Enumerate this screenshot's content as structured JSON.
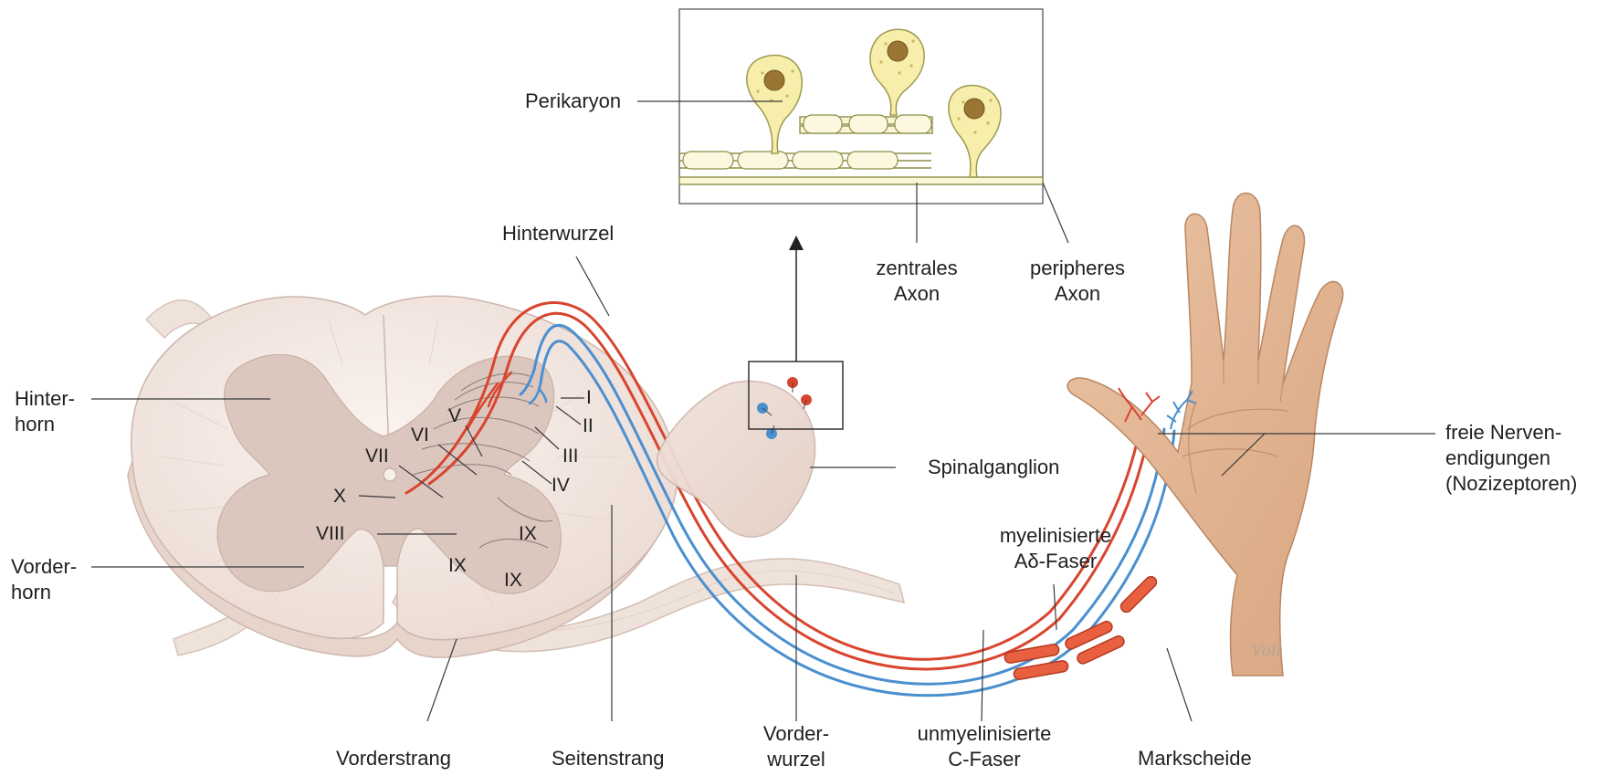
{
  "labels": {
    "perikaryon": "Perikaryon",
    "hinterwurzel": "Hinterwurzel",
    "zentrales_axon": [
      "zentrales",
      "Axon"
    ],
    "peripheres_axon": [
      "peripheres",
      "Axon"
    ],
    "hinterhorn": [
      "Hinter-",
      "horn"
    ],
    "vorderhorn": [
      "Vorder-",
      "horn"
    ],
    "spinalganglion": "Spinalganglion",
    "freie_nervenendigungen": [
      "freie Nerven-",
      "endigungen",
      "(Nozizeptoren)"
    ],
    "myelinisierte_faser": [
      "myelinisierte",
      "Aδ-Faser"
    ],
    "vorderstrang": "Vorderstrang",
    "seitenstrang": "Seitenstrang",
    "vorderwurzel": [
      "Vorder-",
      "wurzel"
    ],
    "unmyelinisierte_faser": [
      "unmyelinisierte",
      "C-Faser"
    ],
    "markscheide": "Markscheide"
  },
  "rexed_laminae": {
    "I": "I",
    "II": "II",
    "III": "III",
    "IV": "IV",
    "V": "V",
    "VI": "VI",
    "VII": "VII",
    "VIII": "VIII",
    "X": "X",
    "IX_upper": "IX",
    "IX_left": "IX",
    "IX_lower": "IX"
  },
  "signature": "Voll",
  "colors": {
    "white_matter": "#f3e9e4",
    "gray_matter": "#dcc8c0",
    "red_fiber": "#d8452e",
    "blue_fiber": "#4a8fcf",
    "neuron_body": "#f6eeaa",
    "nucleus": "#9b7632",
    "skin": "#e2b692",
    "leader_line": "#3a3a3a"
  }
}
